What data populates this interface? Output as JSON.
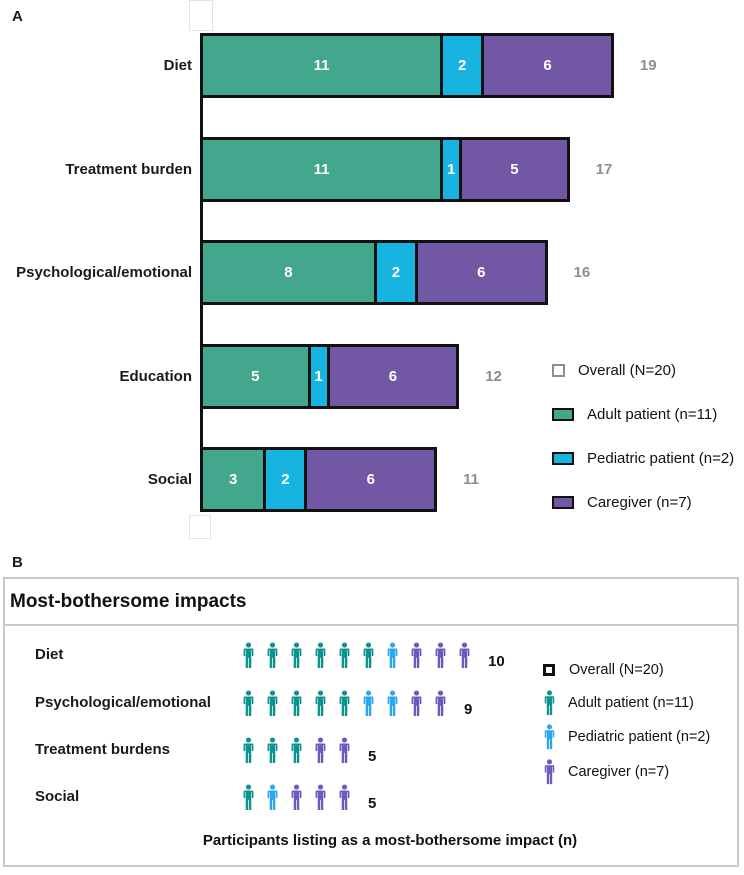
{
  "colors": {
    "adult": "#42A78C",
    "pediatric": "#18B4E1",
    "caregiver": "#7257A5",
    "adult_icon": "#0E948D",
    "pediatric_icon": "#2BA7F2",
    "caregiver_icon": "#6C5BBB",
    "bar_border": "#111111",
    "total_label": "#8E8E8E",
    "overall_outline_a": "#8E8E8E",
    "overall_outline_b": "#111111",
    "panel_border": "#C9C9C9"
  },
  "panel_a": {
    "label": "A",
    "bars": [
      {
        "category": "Diet",
        "segments": [
          {
            "group": "adult",
            "value": "11"
          },
          {
            "group": "pediatric",
            "value": "2"
          },
          {
            "group": "caregiver",
            "value": "6"
          }
        ],
        "total": "19"
      },
      {
        "category": "Treatment burden",
        "segments": [
          {
            "group": "adult",
            "value": "11"
          },
          {
            "group": "pediatric",
            "value": "1"
          },
          {
            "group": "caregiver",
            "value": "5"
          }
        ],
        "total": "17"
      },
      {
        "category": "Psychological/emotional",
        "segments": [
          {
            "group": "adult",
            "value": "8"
          },
          {
            "group": "pediatric",
            "value": "2"
          },
          {
            "group": "caregiver",
            "value": "6"
          }
        ],
        "total": "16"
      },
      {
        "category": "Education",
        "segments": [
          {
            "group": "adult",
            "value": "5"
          },
          {
            "group": "pediatric",
            "value": "1"
          },
          {
            "group": "caregiver",
            "value": "6"
          }
        ],
        "total": "12"
      },
      {
        "category": "Social",
        "segments": [
          {
            "group": "adult",
            "value": "3"
          },
          {
            "group": "pediatric",
            "value": "2"
          },
          {
            "group": "caregiver",
            "value": "6"
          }
        ],
        "total": "11"
      }
    ],
    "legend": [
      {
        "label": "Overall (N=20)",
        "swatch": "overall"
      },
      {
        "label": "Adult patient (n=11)",
        "swatch": "adult"
      },
      {
        "label": "Pediatric patient (n=2)",
        "swatch": "pediatric"
      },
      {
        "label": "Caregiver (n=7)",
        "swatch": "caregiver"
      }
    ]
  },
  "panel_b": {
    "label": "B",
    "title": "Most-bothersome impacts",
    "rows": [
      {
        "category": "Diet",
        "icons": [
          "adult",
          "adult",
          "adult",
          "adult",
          "adult",
          "adult",
          "pediatric",
          "caregiver",
          "caregiver",
          "caregiver"
        ],
        "count": "10"
      },
      {
        "category": "Psychological/emotional",
        "icons": [
          "adult",
          "adult",
          "adult",
          "adult",
          "adult",
          "pediatric",
          "pediatric",
          "caregiver",
          "caregiver"
        ],
        "count": "9"
      },
      {
        "category": "Treatment burdens",
        "icons": [
          "adult",
          "adult",
          "adult",
          "caregiver",
          "caregiver"
        ],
        "count": "5"
      },
      {
        "category": "Social",
        "icons": [
          "adult",
          "pediatric",
          "caregiver",
          "caregiver",
          "caregiver"
        ],
        "count": "5"
      }
    ],
    "legend": [
      {
        "label": "Overall (N=20)",
        "swatch": "overall"
      },
      {
        "label": "Adult patient (n=11)",
        "swatch": "adult"
      },
      {
        "label": "Pediatric patient (n=2)",
        "swatch": "pediatric"
      },
      {
        "label": "Caregiver (n=7)",
        "swatch": "caregiver"
      }
    ],
    "caption": "Participants listing as a most-bothersome impact (n)"
  },
  "chart_data": [
    {
      "type": "bar",
      "panel": "A",
      "stacked": true,
      "orientation": "horizontal",
      "categories": [
        "Diet",
        "Treatment burden",
        "Psychological/emotional",
        "Education",
        "Social"
      ],
      "series": [
        {
          "name": "Adult patient (n=11)",
          "values": [
            11,
            11,
            8,
            5,
            3
          ],
          "color": "#42A78C"
        },
        {
          "name": "Pediatric patient (n=2)",
          "values": [
            2,
            1,
            2,
            1,
            2
          ],
          "color": "#18B4E1"
        },
        {
          "name": "Caregiver (n=7)",
          "values": [
            6,
            5,
            6,
            6,
            6
          ],
          "color": "#7257A5"
        }
      ],
      "totals": [
        19,
        17,
        16,
        12,
        11
      ],
      "xlim": [
        0,
        20
      ],
      "grid": false,
      "legend_position": "right",
      "legend": [
        "Overall (N=20)",
        "Adult patient (n=11)",
        "Pediatric patient (n=2)",
        "Caregiver (n=7)"
      ]
    },
    {
      "type": "pictogram",
      "panel": "B",
      "title": "Most-bothersome impacts",
      "categories": [
        "Diet",
        "Psychological/emotional",
        "Treatment burdens",
        "Social"
      ],
      "series": [
        {
          "name": "Adult patient (n=11)",
          "values": [
            6,
            5,
            3,
            1
          ],
          "color": "#0E948D"
        },
        {
          "name": "Pediatric patient (n=2)",
          "values": [
            1,
            2,
            0,
            1
          ],
          "color": "#2BA7F2"
        },
        {
          "name": "Caregiver (n=7)",
          "values": [
            3,
            2,
            2,
            3
          ],
          "color": "#6C5BBB"
        }
      ],
      "totals": [
        10,
        9,
        5,
        5
      ],
      "xlabel": "Participants listing as a most-bothersome impact (n)",
      "legend_position": "right",
      "legend": [
        "Overall (N=20)",
        "Adult patient (n=11)",
        "Pediatric patient (n=2)",
        "Caregiver (n=7)"
      ]
    }
  ]
}
